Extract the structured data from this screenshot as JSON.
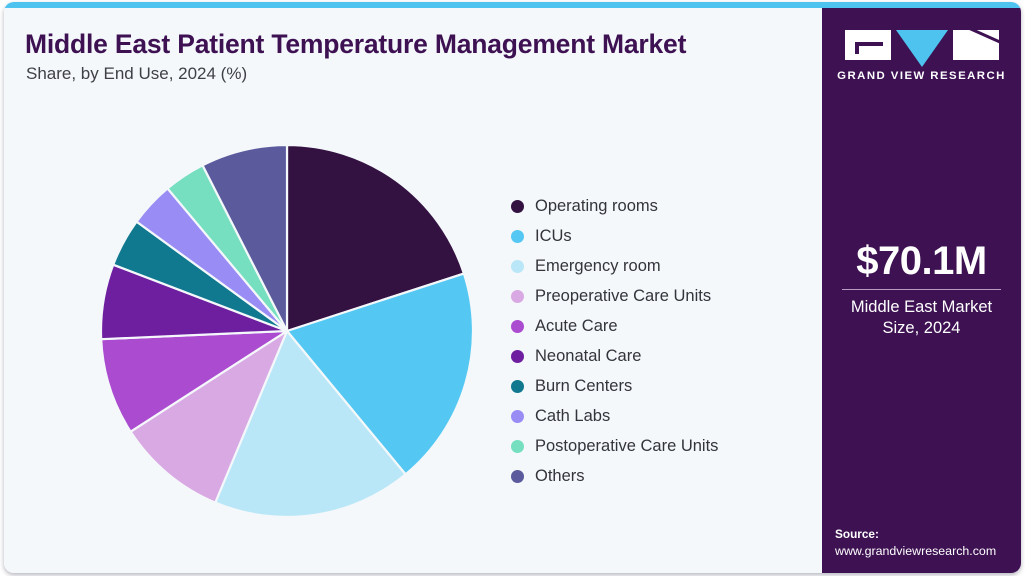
{
  "header": {
    "title": "Middle East Patient Temperature Management Market",
    "subtitle": "Share, by End Use, 2024 (%)"
  },
  "brand": {
    "logo_text": "GRAND VIEW RESEARCH",
    "accent_color": "#4ec3ef",
    "panel_color": "#3d1152"
  },
  "sidebar": {
    "stat_value": "$70.1M",
    "stat_caption_line1": "Middle East Market",
    "stat_caption_line2": "Size, 2024",
    "source_label": "Source:",
    "source_url": "www.grandviewresearch.com"
  },
  "chart_data": {
    "type": "pie",
    "title": "Middle East Patient Temperature Management Market",
    "subtitle": "Share, by End Use, 2024 (%)",
    "xlabel": "",
    "ylabel": "",
    "legend_position": "right",
    "start_angle_deg": 0,
    "direction": "clockwise",
    "categories": [
      "Operating rooms",
      "ICUs",
      "Emergency room",
      "Preoperative Care Units",
      "Acute Care",
      "Neonatal Care",
      "Burn Centers",
      "Cath Labs",
      "Postoperative Care Units",
      "Others"
    ],
    "values": [
      20.0,
      19.0,
      17.3,
      9.6,
      8.4,
      6.5,
      4.2,
      3.9,
      3.6,
      7.5
    ],
    "colors": [
      "#331141",
      "#54c8f2",
      "#b9e7f7",
      "#d9a9e3",
      "#ab4bd0",
      "#6e1fa0",
      "#10798f",
      "#9a8cf5",
      "#76dfc0",
      "#5a5a9c"
    ],
    "legend": [
      {
        "label": "Operating rooms",
        "color": "#331141",
        "value": 20.0
      },
      {
        "label": "ICUs",
        "color": "#54c8f2",
        "value": 19.0
      },
      {
        "label": "Emergency room",
        "color": "#b9e7f7",
        "value": 17.3
      },
      {
        "label": "Preoperative Care Units",
        "color": "#d9a9e3",
        "value": 9.6
      },
      {
        "label": "Acute Care",
        "color": "#ab4bd0",
        "value": 8.4
      },
      {
        "label": "Neonatal Care",
        "color": "#6e1fa0",
        "value": 6.5
      },
      {
        "label": "Burn Centers",
        "color": "#10798f",
        "value": 4.2
      },
      {
        "label": "Cath Labs",
        "color": "#9a8cf5",
        "value": 3.9
      },
      {
        "label": "Postoperative Care Units",
        "color": "#76dfc0",
        "value": 3.6
      },
      {
        "label": "Others",
        "color": "#5a5a9c",
        "value": 7.5
      }
    ]
  }
}
